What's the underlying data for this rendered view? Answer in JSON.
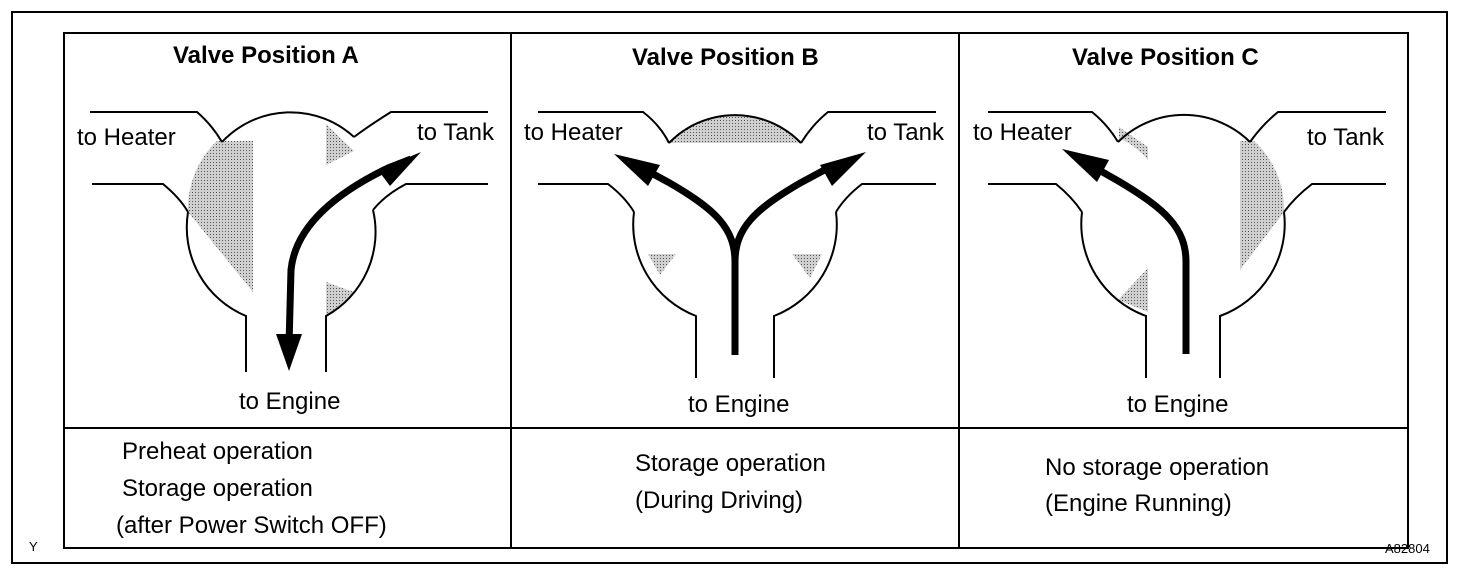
{
  "panels": [
    {
      "title": "Valve Position A",
      "label_heater": "to Heater",
      "label_tank": "to Tank",
      "label_engine": "to Engine",
      "description": [
        "Preheat operation",
        "Storage operation",
        "(after Power Switch OFF)"
      ]
    },
    {
      "title": "Valve Position B",
      "label_heater": "to Heater",
      "label_tank": "to Tank",
      "label_engine": "to Engine",
      "description": [
        "Storage operation",
        "(During Driving)"
      ]
    },
    {
      "title": "Valve Position C",
      "label_heater": "to Heater",
      "label_tank": "to Tank",
      "label_engine": "to Engine",
      "description": [
        "No storage operation",
        "(Engine Running)"
      ]
    }
  ],
  "corner_mark": "Y",
  "figure_code": "A82804",
  "colors": {
    "line": "#000000",
    "shade": "#b4b4b4",
    "background": "#ffffff"
  }
}
